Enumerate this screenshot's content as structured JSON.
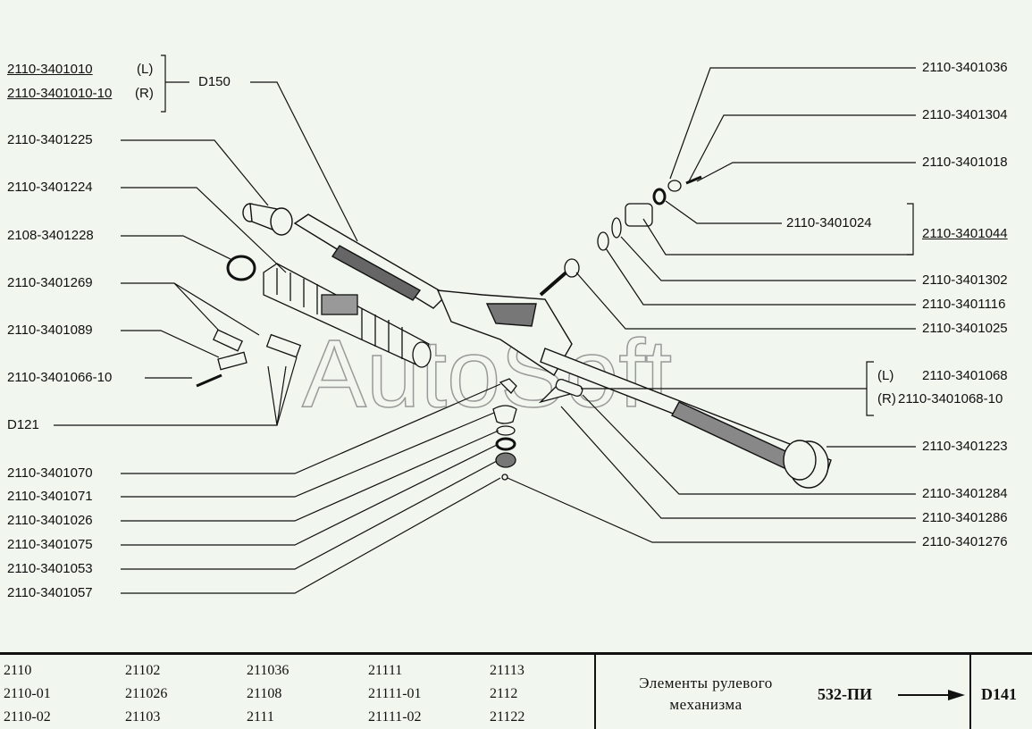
{
  "watermark": "AutoSoft",
  "assembly": {
    "left_part": "2110-3401010",
    "left_side": "(L)",
    "right_part": "2110-3401010-10",
    "right_side": "(R)",
    "ref": "D150"
  },
  "left_labels": [
    "2110-3401225",
    "2110-3401224",
    "2108-3401228",
    "2110-3401269",
    "2110-3401089",
    "2110-3401066-10",
    "D121",
    "2110-3401070",
    "2110-3401071",
    "2110-3401026",
    "2110-3401075",
    "2110-3401053",
    "2110-3401057"
  ],
  "right_labels": {
    "p036": "2110-3401036",
    "p304": "2110-3401304",
    "p018": "2110-3401018",
    "p024": "2110-3401024",
    "p044": "2110-3401044",
    "p302": "2110-3401302",
    "p116": "2110-3401116",
    "p025": "2110-3401025",
    "p068_side_l": "(L)",
    "p068_l": "2110-3401068",
    "p068_side_r": "(R)",
    "p068_r": "2110-3401068-10",
    "p223": "2110-3401223",
    "p284": "2110-3401284",
    "p286": "2110-3401286",
    "p276": "2110-3401276"
  },
  "footer": {
    "models": [
      [
        "2110",
        "2110-01",
        "2110-02"
      ],
      [
        "21102",
        "211026",
        "21103"
      ],
      [
        "211036",
        "21108",
        "2111"
      ],
      [
        "21111",
        "21111-01",
        "21111-02"
      ],
      [
        "21113",
        "2112",
        "21122"
      ]
    ],
    "title_line1": "Элементы рулевого",
    "title_line2": "механизма",
    "code": "532-ПИ",
    "page": "D141"
  }
}
